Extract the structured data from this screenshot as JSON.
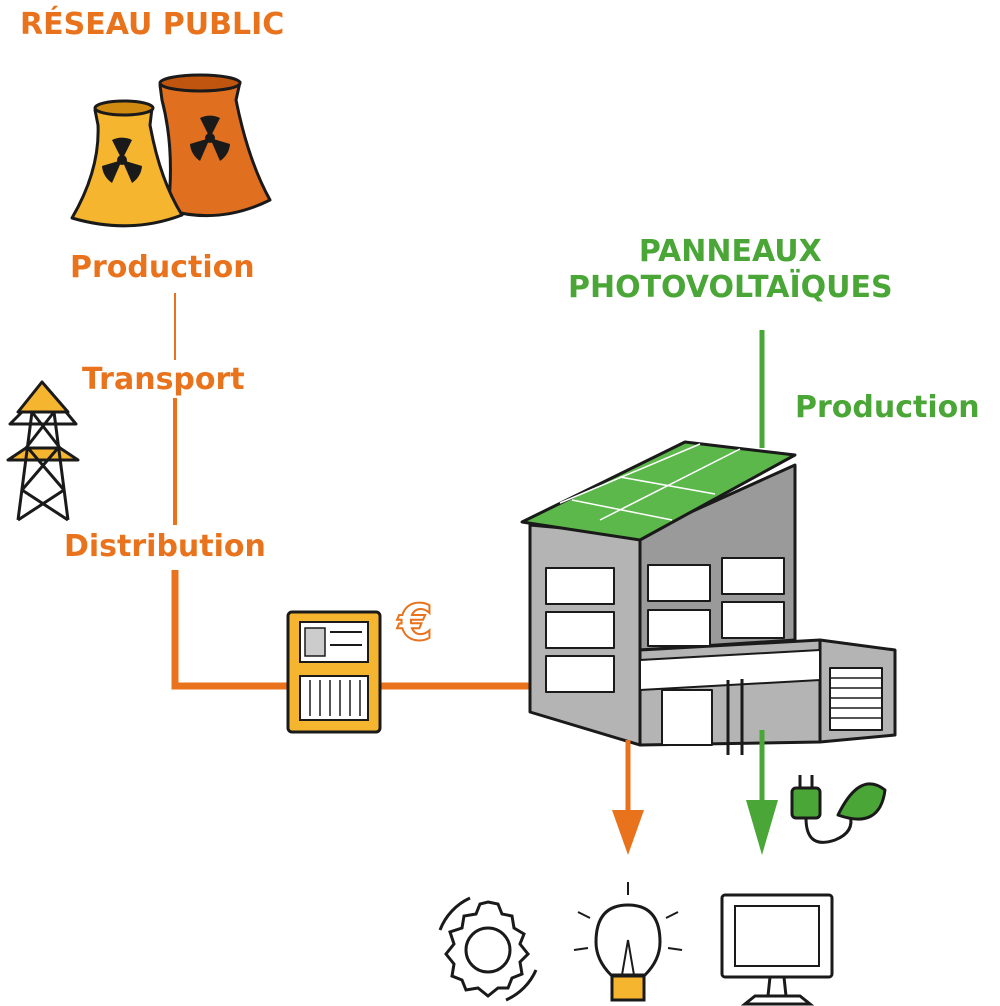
{
  "labels": {
    "title": "RÉSEAU PUBLIC",
    "production_grid": "Production",
    "transport": "Transport",
    "distribution": "Distribution",
    "pv_title_line1": "PANNEAUX",
    "pv_title_line2": "PHOTOVOLTAÏQUES",
    "production_pv": "Production",
    "currency_symbol": "€"
  },
  "colors": {
    "grid_orange": "#e8731c",
    "solar_green": "#4aa637",
    "cooling_tower_light": "#f5b52e",
    "cooling_tower_dark": "#e07020",
    "building_gray": "#b4b4b4",
    "meter_yellow": "#f5b52e"
  },
  "icons": [
    "cooling-towers-icon",
    "power-pylon-icon",
    "electric-meter-icon",
    "euro-icon",
    "office-building-icon",
    "solar-panels-icon",
    "eco-plug-icon",
    "gear-icon",
    "light-bulb-icon",
    "computer-monitor-icon"
  ]
}
